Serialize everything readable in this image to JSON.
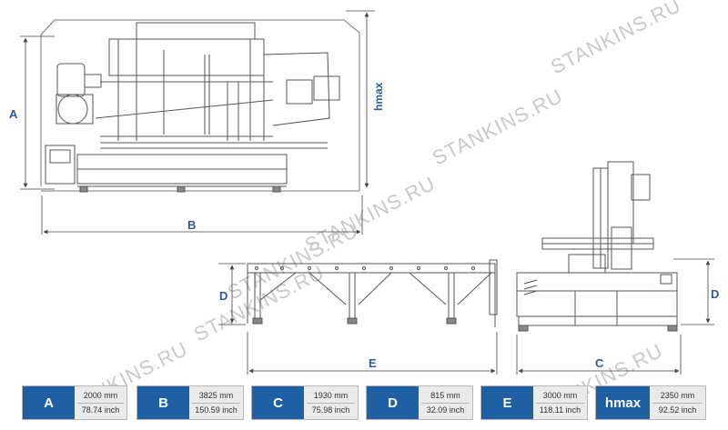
{
  "watermark": "STANKINS.RU",
  "dimension_labels": {
    "A": "A",
    "B": "B",
    "hmax": "hmax",
    "D_left": "D",
    "E": "E",
    "D_right": "D",
    "C": "C"
  },
  "specs": [
    {
      "key": "A",
      "mm": "2000 mm",
      "inch": "78.74 inch"
    },
    {
      "key": "B",
      "mm": "3825 mm",
      "inch": "150.59 inch"
    },
    {
      "key": "C",
      "mm": "1930 mm",
      "inch": "75.98 inch"
    },
    {
      "key": "D",
      "mm": "815 mm",
      "inch": "32.09 inch"
    },
    {
      "key": "E",
      "mm": "3000 mm",
      "inch": "118.11 inch"
    },
    {
      "key": "hmax",
      "mm": "2350 mm",
      "inch": "92.52 inch"
    }
  ],
  "colors": {
    "accent": "#1f5fa4",
    "label": "#2e5a9c",
    "line": "#555555"
  }
}
